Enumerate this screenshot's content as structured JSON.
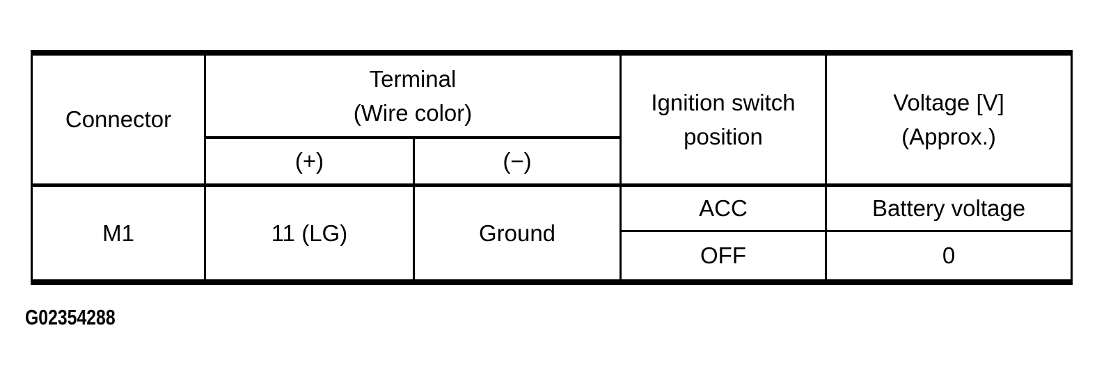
{
  "page": {
    "background": "#ffffff",
    "text_color": "#000000",
    "line_color": "#000000"
  },
  "table": {
    "header": {
      "connector": "Connector",
      "terminal": {
        "line1": "Terminal",
        "line2": "(Wire color)"
      },
      "plus": "(+)",
      "minus": "(−)",
      "ignition": {
        "line1": "Ignition switch",
        "line2": "position"
      },
      "voltage": {
        "line1": "Voltage [V]",
        "line2": "(Approx.)"
      }
    },
    "rows": [
      {
        "connector": "M1",
        "terminal_plus": "11 (LG)",
        "terminal_minus": "Ground",
        "conditions": [
          {
            "ignition": "ACC",
            "voltage": "Battery voltage"
          },
          {
            "ignition": "OFF",
            "voltage": "0"
          }
        ]
      }
    ]
  },
  "caption": {
    "figure_id": "G02354288"
  }
}
